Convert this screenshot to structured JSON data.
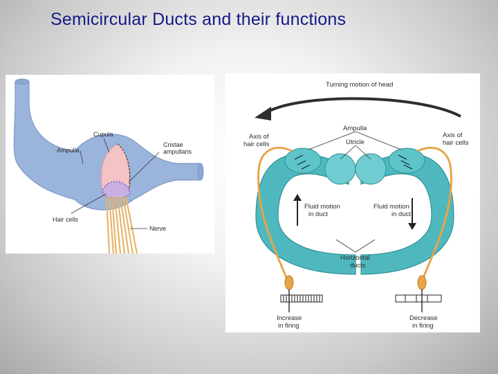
{
  "slide": {
    "title": "Semicircular Ducts and their functions"
  },
  "left_diagram": {
    "labels": {
      "cupula": "Cupula",
      "ampulla": "Ampulla",
      "cristae_line1": "Cristae",
      "cristae_line2": "ampullaris",
      "hair_cells": "Hair cells",
      "nerve": "Nerve"
    }
  },
  "right_diagram": {
    "labels": {
      "turning_motion": "Turning motion of head",
      "ampulla": "Ampulla",
      "utricle": "Utricle",
      "axis_left_line1": "Axis of",
      "axis_left_line2": "hair cells",
      "axis_right_line1": "Axis of",
      "axis_right_line2": "hair cells",
      "fluid_left_line1": "Fluid motion",
      "fluid_left_line2": "in duct",
      "fluid_right_line1": "Fluid motion",
      "fluid_right_line2": "in duct",
      "horizontal_line1": "Horizontal",
      "horizontal_line2": "ducts",
      "increase_line1": "Increase",
      "increase_line2": "in firing",
      "decrease_line1": "Decrease",
      "decrease_line2": "in firing"
    }
  },
  "colors": {
    "title": "#141a86",
    "duct_blue": "#9bb4dc",
    "duct_teal": "#4fb8bf",
    "nerve_orange": "#e8a447",
    "cupula_pink": "#f4c4c4"
  }
}
